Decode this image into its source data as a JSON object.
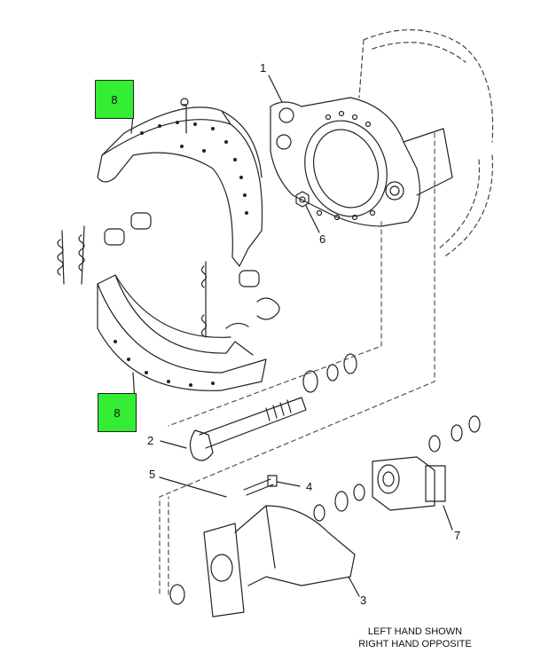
{
  "callouts": {
    "upper_shoe": "8",
    "lower_shoe": "8",
    "spider": "1",
    "camshaft": "2",
    "bracket": "3",
    "bolt": "4",
    "fitting": "5",
    "nut": "6",
    "slack_adjuster": "7"
  },
  "note": {
    "line1": "LEFT HAND SHOWN",
    "line2": "RIGHT HAND OPPOSITE"
  },
  "colors": {
    "callout_fill": "#33ee33",
    "line": "#222222"
  }
}
